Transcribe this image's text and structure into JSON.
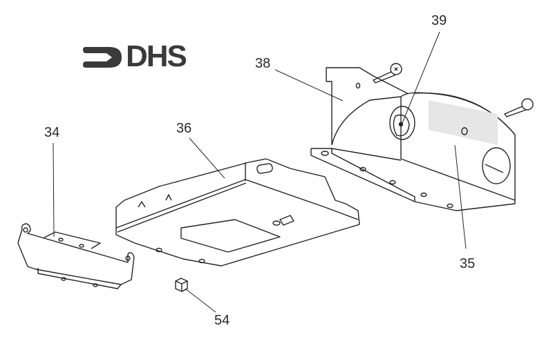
{
  "diagram": {
    "type": "exploded-parts-view",
    "logo": {
      "text": "DHS",
      "icon": "arrow-right-icon",
      "color": "#3a3a3a"
    },
    "callouts": [
      {
        "id": "34",
        "label": "34",
        "part": "mounting-bracket"
      },
      {
        "id": "35",
        "label": "35",
        "part": "housing"
      },
      {
        "id": "36",
        "label": "36",
        "part": "chassis-unit"
      },
      {
        "id": "38",
        "label": "38",
        "part": "housing-flange"
      },
      {
        "id": "39",
        "label": "39",
        "part": "lens-port"
      },
      {
        "id": "54",
        "label": "54",
        "part": "cube-spacer"
      }
    ],
    "colors": {
      "line": "#222222",
      "fill": "#ffffff",
      "shade": "#e6e6e6",
      "text": "#2a2a2a"
    }
  }
}
